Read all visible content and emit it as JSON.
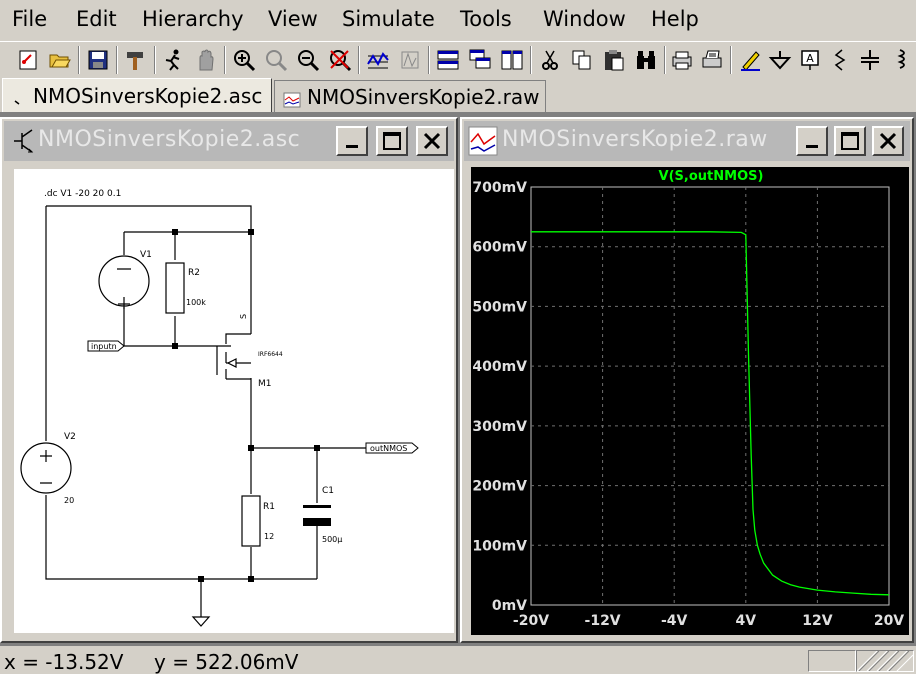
{
  "menu": [
    "File",
    "Edit",
    "Hierarchy",
    "View",
    "Simulate",
    "Tools",
    "Window",
    "Help"
  ],
  "tabs": [
    {
      "label": "NMOSinversKopie2.asc",
      "icon": "schematic-icon",
      "active": true
    },
    {
      "label": "NMOSinversKopie2.raw",
      "icon": "waveform-icon",
      "active": false
    }
  ],
  "schematic_window": {
    "title": "NMOSinversKopie2.asc",
    "directive": ".dc V1 -20 20 0.1",
    "components": {
      "v1_name": "V1",
      "r2_name": "R2",
      "r2_value": "100k",
      "mos_pin": "S",
      "mos_model": "IRF6644",
      "mos_name": "M1",
      "v2_name": "V2",
      "v2_value": "20",
      "r1_name": "R1",
      "r1_value": "12",
      "c1_name": "C1",
      "c1_value": "500µ",
      "label_in": "inputn",
      "label_out": "outNMOS"
    }
  },
  "plot_window": {
    "title": "NMOSinversKopie2.raw"
  },
  "chart_data": {
    "type": "line",
    "title": "V(S,outNMOS)",
    "xlabel": "",
    "ylabel": "",
    "xlim": [
      -20,
      20
    ],
    "ylim": [
      0,
      700
    ],
    "x_ticks": [
      "-20V",
      "-12V",
      "-4V",
      "4V",
      "12V",
      "20V"
    ],
    "y_ticks": [
      "0mV",
      "100mV",
      "200mV",
      "300mV",
      "400mV",
      "500mV",
      "600mV",
      "700mV"
    ],
    "grid": true,
    "series": [
      {
        "name": "V(S,outNMOS)",
        "color": "#00ff00",
        "x": [
          -20,
          -10,
          0,
          3.5,
          4.0,
          4.3,
          4.6,
          4.8,
          5.0,
          5.3,
          5.6,
          6,
          7,
          8,
          9,
          10,
          12,
          14,
          16,
          18,
          20
        ],
        "y": [
          625,
          625,
          625,
          624,
          620,
          420,
          250,
          160,
          125,
          100,
          85,
          70,
          50,
          40,
          34,
          30,
          25,
          22,
          20,
          18,
          17
        ]
      }
    ]
  },
  "status": {
    "x_readout": "x = -13.52V",
    "y_readout": "y = 522.06mV"
  },
  "colors": {
    "plot_bg": "#000000",
    "trace": "#00ff00",
    "title_inactive": "#b8b8b8"
  }
}
